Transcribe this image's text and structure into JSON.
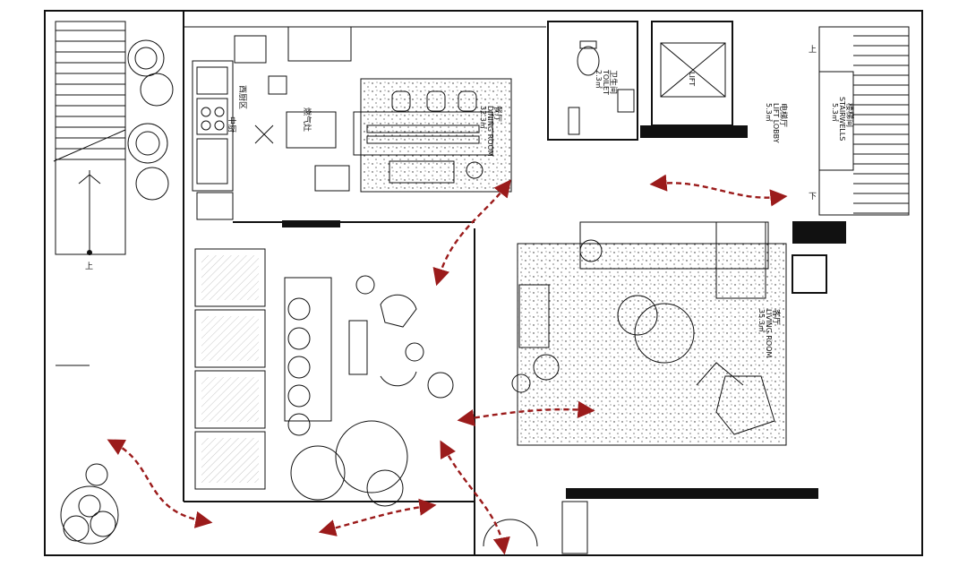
{
  "rooms": {
    "dining": {
      "cn": "餐厅",
      "en": "DINING ROOM",
      "area": "32.3㎡"
    },
    "toilet": {
      "cn": "卫生间",
      "en": "TOILET",
      "area": "2.3㎡"
    },
    "lift_lobby": {
      "cn": "电梯厅",
      "en": "LIFT LOBBY",
      "area": "5.3㎡"
    },
    "stairwells": {
      "cn": "楼梯间",
      "en": "STAIRWELLS",
      "area": "5.3㎡"
    },
    "living": {
      "cn": "客厅",
      "en": "LIVING ROOM",
      "area": "35.3㎡"
    },
    "lift": {
      "en": "LIFT"
    }
  },
  "kitchen": {
    "western": "西厨区",
    "chinese": "中厨",
    "stove": "燃气灶"
  },
  "stair_marks": {
    "up": "上",
    "down": "下"
  },
  "colors": {
    "circulation_arrow": "#9b1b1b",
    "wall": "#111111"
  }
}
